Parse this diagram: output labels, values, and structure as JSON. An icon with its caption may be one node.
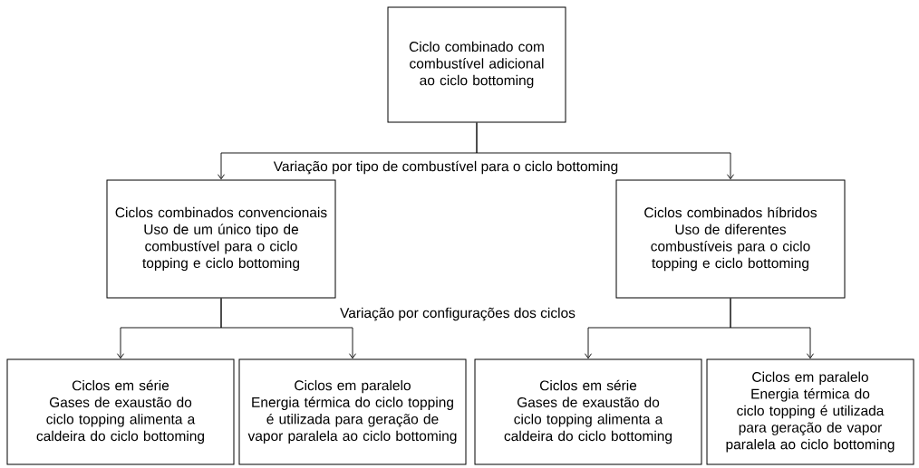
{
  "diagram": {
    "nodes": [
      {
        "text": [
          "Ciclo combinado com combustível adicional ao ciclo bottoming"
        ]
      },
      {
        "text": [
          "Ciclos combinados convencionais",
          "Uso de um único tipo de combustível para o ciclo topping e ciclo bottoming"
        ]
      },
      {
        "text": [
          "Ciclos combinados híbridos",
          "Uso de diferentes combustíveis para o ciclo topping e ciclo bottoming"
        ]
      },
      {
        "text": [
          "Ciclos em série",
          "Gases de exaustão do ciclo topping alimenta a caldeira do ciclo bottoming"
        ]
      },
      {
        "text": [
          "Ciclos em paralelo",
          "Energia térmica do ciclo topping é utilizada para geração de vapor paralela ao ciclo bottoming"
        ]
      },
      {
        "text": [
          "Ciclos em série",
          "Gases de exaustão do ciclo topping alimenta a caldeira do ciclo bottoming"
        ]
      },
      {
        "text": [
          "Ciclos em paralelo",
          "Energia térmica do ciclo topping é utilizada para geração de vapor paralela ao ciclo bottoming"
        ]
      }
    ],
    "edges": [
      {
        "from": 0,
        "to": 1,
        "arrow": "to"
      },
      {
        "from": 0,
        "to": 2,
        "arrow": "to"
      },
      {
        "from": 1,
        "to": 3,
        "arrow": "to"
      },
      {
        "from": 1,
        "to": 4,
        "arrow": "to"
      },
      {
        "from": 2,
        "to": 5,
        "arrow": "to"
      },
      {
        "from": 2,
        "to": 6,
        "arrow": "to"
      }
    ],
    "labels": [
      "Variação por tipo de combustível para o ciclo bottoming",
      "Variação por configurações dos ciclos"
    ]
  }
}
